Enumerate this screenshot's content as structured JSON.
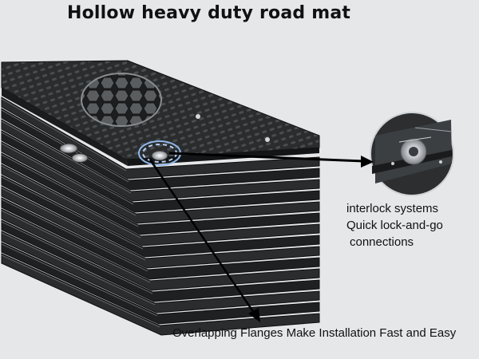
{
  "title": "Hollow heavy duty road mat",
  "callouts": {
    "line1": "interlock systems",
    "line2": "Quick lock-and-go",
    "line3": "connections"
  },
  "caption": "Overlapping Flanges Make Installation Fast and Easy",
  "colors": {
    "background": "#e6e7e9",
    "mat_top": "#2b2d2f",
    "mat_edge": "#151617",
    "arrow": "#000000",
    "highlight_ring": "#8fb6e8"
  }
}
